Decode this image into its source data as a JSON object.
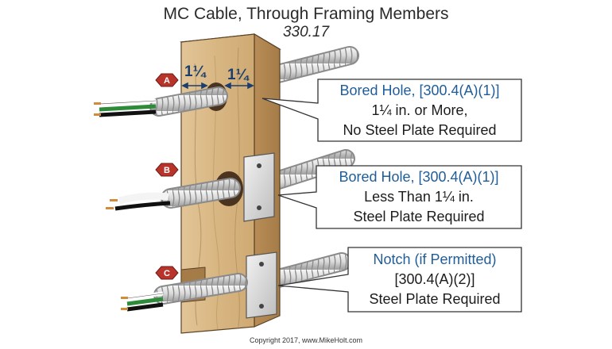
{
  "title": "MC Cable, Through Framing Members",
  "subtitle": "330.17",
  "labels": [
    "A",
    "B",
    "C"
  ],
  "dimension": "1¼",
  "callouts": [
    {
      "heading": "Bored Hole, [300.4(A)(1)]",
      "line2": "1¼ in. or More,",
      "line3": "No Steel Plate Required"
    },
    {
      "heading": "Bored Hole, [300.4(A)(1)]",
      "line2": "Less Than 1¼ in.",
      "line3": "Steel Plate Required"
    },
    {
      "heading": "Notch (if Permitted)",
      "line2": "[300.4(A)(2)]",
      "line3": "Steel Plate Required"
    }
  ],
  "copyright": "Copyright 2017, www.MikeHolt.com",
  "colors": {
    "heading": "#1f5d9a",
    "wood": "#d9b98a",
    "badge": "#b8342b",
    "dimension": "#1a3f6e"
  }
}
